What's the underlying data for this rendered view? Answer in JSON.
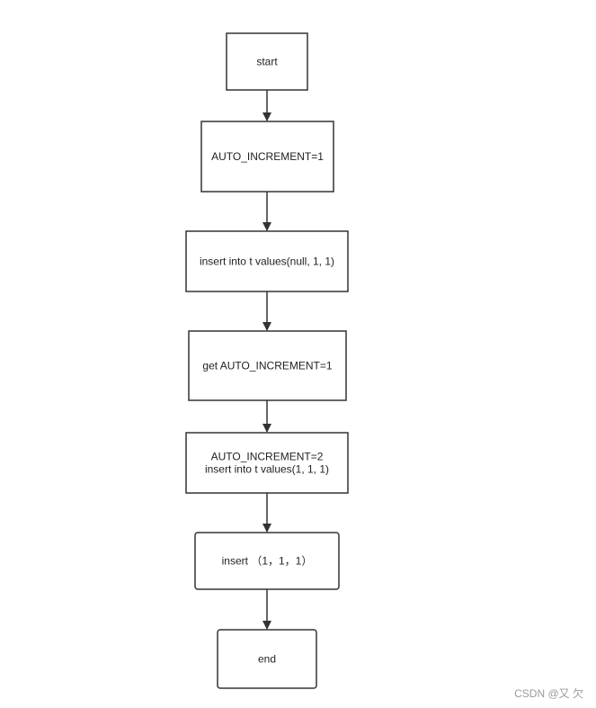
{
  "diagram": {
    "type": "flowchart",
    "nodes": [
      {
        "id": "start",
        "lines": [
          "start"
        ],
        "rounded": false
      },
      {
        "id": "set-auto-increment-1",
        "lines": [
          "AUTO_INCREMENT=1"
        ],
        "rounded": false
      },
      {
        "id": "insert-null-row",
        "lines": [
          "insert into t values(null, 1, 1)"
        ],
        "rounded": false
      },
      {
        "id": "get-auto-increment-1",
        "lines": [
          "get AUTO_INCREMENT=1"
        ],
        "rounded": false
      },
      {
        "id": "set-auto-increment-2",
        "lines": [
          "AUTO_INCREMENT=2",
          "insert into t values(1, 1, 1)"
        ],
        "rounded": false
      },
      {
        "id": "insert-row-1-1-1",
        "lines": [
          "insert （1，1，1）"
        ],
        "rounded": true
      },
      {
        "id": "end",
        "lines": [
          "end"
        ],
        "rounded": true
      }
    ],
    "edges": [
      {
        "from": "start",
        "to": "set-auto-increment-1"
      },
      {
        "from": "set-auto-increment-1",
        "to": "insert-null-row"
      },
      {
        "from": "insert-null-row",
        "to": "get-auto-increment-1"
      },
      {
        "from": "get-auto-increment-1",
        "to": "set-auto-increment-2"
      },
      {
        "from": "set-auto-increment-2",
        "to": "insert-row-1-1-1"
      },
      {
        "from": "insert-row-1-1-1",
        "to": "end"
      }
    ]
  },
  "watermark": "CSDN @又 欠"
}
